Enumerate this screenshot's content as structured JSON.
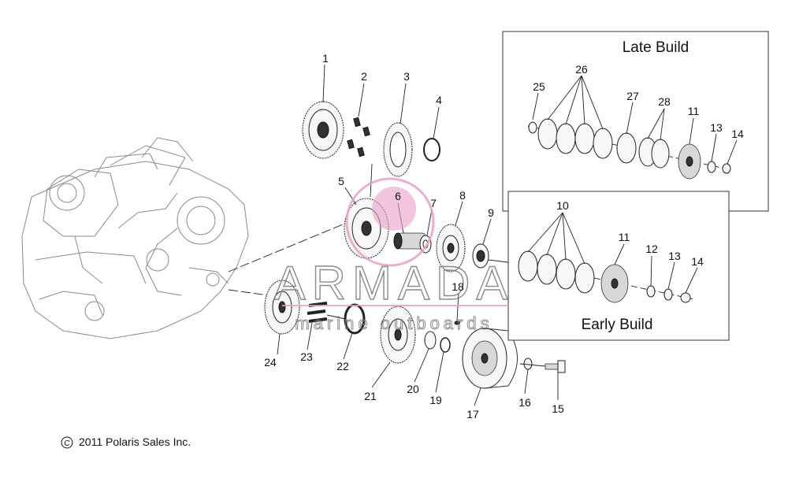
{
  "diagram": {
    "callouts": [
      "1",
      "2",
      "3",
      "4",
      "5",
      "6",
      "7",
      "8",
      "9",
      "10",
      "11",
      "12",
      "13",
      "14",
      "15",
      "16",
      "17",
      "18",
      "19",
      "20",
      "21",
      "22",
      "23",
      "24",
      "25",
      "26",
      "27",
      "28"
    ],
    "late_build_title": "Late Build",
    "early_build_title": "Early Build",
    "late_callouts": [
      "25",
      "26",
      "27",
      "28",
      "11",
      "13",
      "14"
    ],
    "early_callouts": [
      "10",
      "11",
      "12",
      "13",
      "14"
    ]
  },
  "watermark": {
    "brand": "ARMADA",
    "tagline": "marine outboards",
    "accent_color": "#e8a0c8"
  },
  "footer": {
    "copyright_symbol": "C",
    "copyright_text": "2011 Polaris Sales Inc."
  }
}
